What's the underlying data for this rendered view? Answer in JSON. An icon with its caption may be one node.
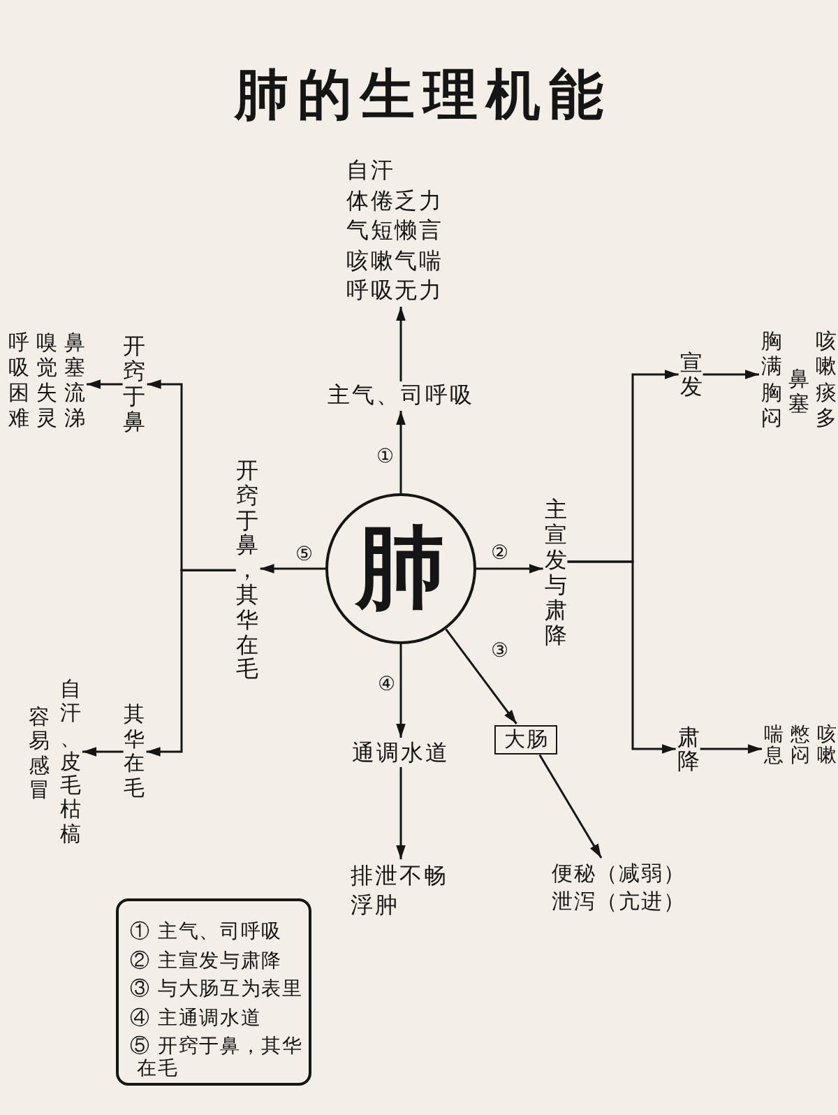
{
  "diagram": {
    "title": "肺的生理机能",
    "nodes": [
      {
        "text": [
          "肺"
        ]
      },
      {
        "text": [
          "主气、司呼吸"
        ]
      },
      {
        "text": [
          "自汗",
          "体倦乏力",
          "气短懒言",
          "咳嗽气喘",
          "呼吸无力"
        ]
      },
      {
        "text": [
          "主宣发与肃降"
        ]
      },
      {
        "text": [
          "宣发"
        ]
      },
      {
        "text": [
          "胸满胸闷",
          "鼻塞",
          "咳嗽痰多"
        ]
      },
      {
        "text": [
          "肃降"
        ]
      },
      {
        "text": [
          "喘息",
          "憋闷",
          "咳嗽"
        ]
      },
      {
        "text": [
          "大肠"
        ]
      },
      {
        "text": [
          "便秘（减弱）",
          "泄泻（亢进）"
        ]
      },
      {
        "text": [
          "通调水道"
        ]
      },
      {
        "text": [
          "排泄不畅",
          "浮肿"
        ]
      },
      {
        "text": [
          "开窍于鼻，其华在毛"
        ]
      },
      {
        "text": [
          "开窍于鼻"
        ]
      },
      {
        "text": [
          "呼吸困难",
          "嗅觉失灵",
          "鼻塞流涕"
        ]
      },
      {
        "text": [
          "其华在毛"
        ]
      },
      {
        "text": [
          "容易感冒",
          "自汗、皮毛枯槁"
        ]
      },
      {
        "text": [
          "① 主气、司呼吸",
          "② 主宣发与肃降",
          "③ 与大肠互为表里",
          "④ 主通调水道",
          "⑤ 开窍于鼻，其华在毛"
        ]
      }
    ],
    "edges": [
      {
        "from": 0,
        "to": 1,
        "arrow": "to",
        "label": "①"
      },
      {
        "from": 1,
        "to": 2,
        "arrow": "to"
      },
      {
        "from": 0,
        "to": 3,
        "arrow": "to",
        "label": "②"
      },
      {
        "from": 3,
        "to": 4,
        "arrow": "to"
      },
      {
        "from": 3,
        "to": 6,
        "arrow": "to"
      },
      {
        "from": 4,
        "to": 5,
        "arrow": "to"
      },
      {
        "from": 6,
        "to": 7,
        "arrow": "to"
      },
      {
        "from": 0,
        "to": 8,
        "arrow": "to",
        "label": "③"
      },
      {
        "from": 8,
        "to": 9,
        "arrow": "to"
      },
      {
        "from": 0,
        "to": 10,
        "arrow": "to",
        "label": "④"
      },
      {
        "from": 10,
        "to": 11,
        "arrow": "to"
      },
      {
        "from": 0,
        "to": 12,
        "arrow": "to",
        "label": "⑤"
      },
      {
        "from": 12,
        "to": 13,
        "arrow": "to"
      },
      {
        "from": 12,
        "to": 15,
        "arrow": "to"
      },
      {
        "from": 13,
        "to": 14,
        "arrow": "to"
      },
      {
        "from": 15,
        "to": 16,
        "arrow": "to"
      }
    ]
  }
}
